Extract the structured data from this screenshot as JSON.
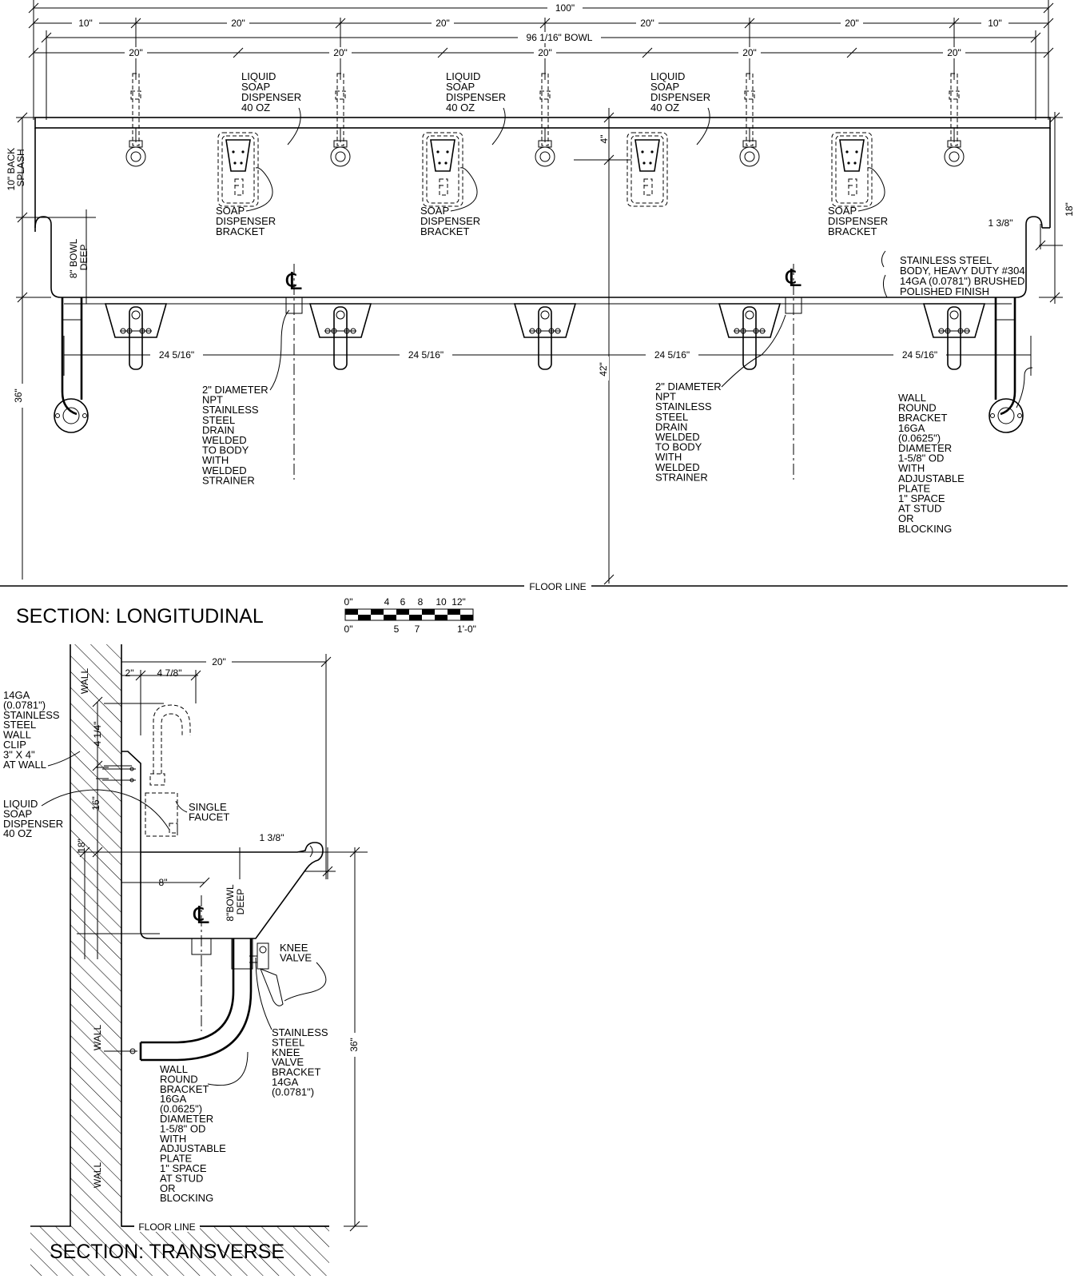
{
  "longitudinal": {
    "title": "SECTION: LONGITUDINAL",
    "dims": {
      "overall": "100\"",
      "end_left": "10\"",
      "end_right": "10\"",
      "bay": "20\"",
      "bowl": "96 1/16\" BOWL",
      "backsplash": "10\" BACK SPLASH",
      "backsplash_line1": "10\" BACK",
      "backsplash_line2": "SPLASH",
      "lip_4": "4\"",
      "height_18": "18\"",
      "lip_1_3_8": "1 3/8\"",
      "bowl_deep_line1": "8\" BOWL",
      "bowl_deep_line2": "DEEP",
      "height_36": "36\"",
      "height_42": "42\"",
      "drain_spacing": "24 5/16\""
    },
    "labels": {
      "soap_dispenser": [
        "LIQUID",
        "SOAP",
        "DISPENSER",
        "40 OZ"
      ],
      "soap_bracket": [
        "SOAP",
        "DISPENSER",
        "BRACKET"
      ],
      "body": [
        "STAINLESS STEEL",
        "BODY, HEAVY DUTY #304",
        "14GA (0.0781\") BRUSHED",
        "POLISHED FINISH"
      ],
      "drain": [
        "2\" DIAMETER",
        "NPT",
        "STAINLESS",
        "STEEL",
        "DRAIN",
        "WELDED",
        "TO BODY",
        "WITH",
        "WELDED",
        "STRAINER"
      ],
      "wall_bracket": [
        "WALL",
        "ROUND",
        "BRACKET",
        "16GA",
        "(0.0625\")",
        "DIAMETER",
        "1-5/8\" OD",
        "WITH",
        "ADJUSTABLE",
        "PLATE",
        "1\" SPACE",
        "AT STUD",
        "OR",
        "BLOCKING"
      ],
      "floor_line": "FLOOR LINE",
      "centerline": "℄"
    }
  },
  "scale_bar": {
    "top": [
      "0\"",
      "4",
      "6",
      "8",
      "10",
      "12\""
    ],
    "bottom": [
      "0\"",
      "5",
      "7",
      "1'-0\""
    ]
  },
  "transverse": {
    "title": "SECTION: TRANSVERSE",
    "dims": {
      "depth_20": "20\"",
      "dim_2": "2\"",
      "dim_4_7_8": "4 7/8\"",
      "dim_4_1_4": "4 1/4\"",
      "dim_16": "16\"",
      "dim_18": "18\"",
      "dim_1_3_8": "1 3/8\"",
      "dim_8": "8\"",
      "bowl_deep_line1": "8\"BOWL",
      "bowl_deep_line2": "DEEP",
      "dim_36": "36\""
    },
    "labels": {
      "wall": "WALL",
      "wall_clip": [
        "14GA",
        "(0.0781\")",
        "STAINLESS",
        "STEEL",
        "WALL",
        "CLIP",
        "3\" X 4\"",
        "AT WALL"
      ],
      "soap": [
        "LIQUID",
        "SOAP",
        "DISPENSER",
        "40 OZ"
      ],
      "faucet": [
        "SINGLE",
        "FAUCET"
      ],
      "knee_valve": [
        "KNEE",
        "VALVE"
      ],
      "knee_bracket": [
        "STAINLESS",
        "STEEL",
        "KNEE",
        "VALVE",
        "BRACKET",
        "14GA",
        "(0.0781\")"
      ],
      "wall_bracket": [
        "WALL",
        "ROUND",
        "BRACKET",
        "16GA",
        "(0.0625\")",
        "DIAMETER",
        "1-5/8\" OD",
        "WITH",
        "ADJUSTABLE",
        "PLATE",
        "1\" SPACE",
        "AT STUD",
        "OR",
        "BLOCKING"
      ],
      "floor_line": "FLOOR LINE"
    }
  }
}
